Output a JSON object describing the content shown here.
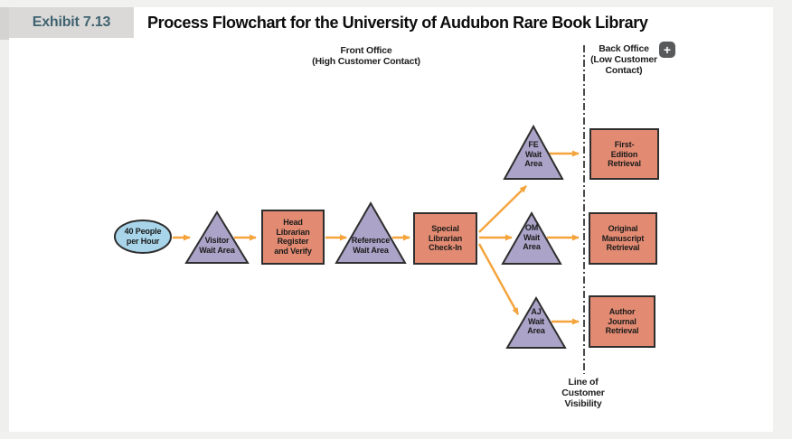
{
  "header": {
    "exhibit": "Exhibit 7.13",
    "title": "Process Flowchart for the University of Audubon Rare Book Library"
  },
  "zones": {
    "front_office": "Front Office\n(High Customer Contact)",
    "back_office": "Back Office\n(Low Customer\nContact)",
    "visibility_line": "Line of\nCustomer\nVisibility",
    "expand_button": "+"
  },
  "nodes": {
    "arrival": "40 People\nper Hour",
    "visitor_wait": "Visitor\nWait Area",
    "head_librarian": "Head\nLibrarian\nRegister\nand Verify",
    "reference_wait": "Reference\nWait Area",
    "special_librarian": "Special\nLibrarian\nCheck-In",
    "fe_wait": "FE\nWait\nArea",
    "om_wait": "OM\nWait\nArea",
    "aj_wait": "AJ\nWait\nArea",
    "first_edition": "First-\nEdition\nRetrieval",
    "original_manuscript": "Original\nManuscript\nRetrieval",
    "author_journal": "Author\nJournal\nRetrieval"
  },
  "colors": {
    "arrow": "#F5A33B",
    "wait_triangle": "#ABA4C8",
    "process_box": "#E28B72",
    "arrival_ellipse": "#A8D5E9",
    "shape_border": "#2E2E2E",
    "visibility_line": "#4A4A4A",
    "exhibit_text": "#3F6370",
    "exhibit_bg": "#DBD9D8",
    "expand_button_bg": "#58595B"
  }
}
